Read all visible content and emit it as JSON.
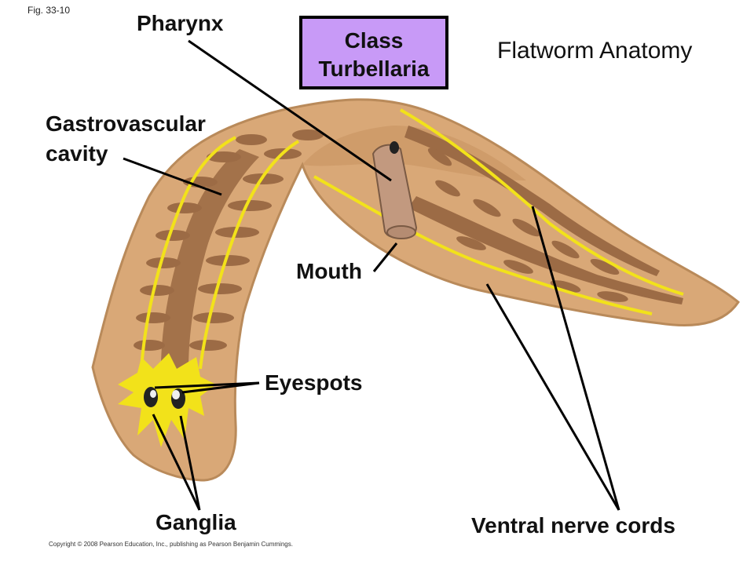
{
  "figure_number": "Fig. 33-10",
  "class_box": {
    "line1": "Class",
    "line2": "Turbellaria"
  },
  "title": "Flatworm Anatomy",
  "labels": {
    "pharynx": "Pharynx",
    "gastrovascular_line1": "Gastrovascular",
    "gastrovascular_line2": "cavity",
    "mouth": "Mouth",
    "eyespots": "Eyespots",
    "ganglia": "Ganglia",
    "ventral_nerve_cords": "Ventral nerve cords"
  },
  "copyright": "Copyright © 2008 Pearson Education, Inc., publishing as Pearson Benjamin Cummings.",
  "colors": {
    "body": "#d9a877",
    "body_outline": "#b98a5a",
    "gut": "#9c6b45",
    "nerve": "#f2e21a",
    "class_box": "#c89af7"
  }
}
